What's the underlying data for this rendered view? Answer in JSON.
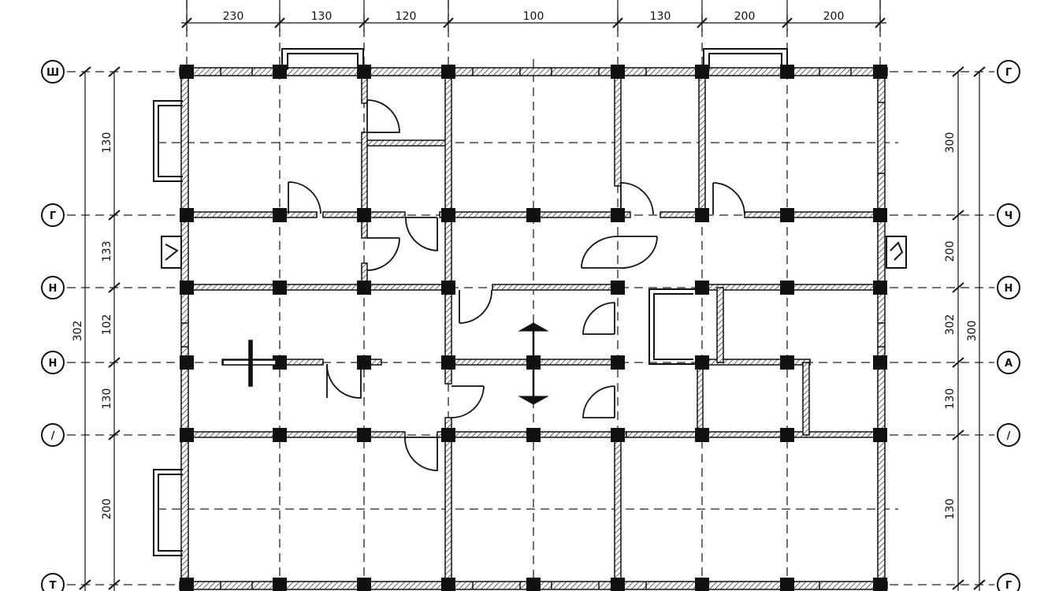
{
  "top_dimensions": [
    "230",
    "130",
    "120",
    "100",
    "130",
    "200",
    "200"
  ],
  "left_bubbles": [
    "Ш",
    "Г",
    "Н",
    "Н",
    "/",
    "Т"
  ],
  "right_bubbles": [
    "Г",
    "Ч",
    "Н",
    "А",
    "/",
    "Г"
  ],
  "left_inner_dimensions": [
    "130",
    "133",
    "102",
    "130",
    "200"
  ],
  "left_outer_dimension": "302",
  "right_inner_dimensions": [
    "300",
    "200",
    "302",
    "130",
    "130"
  ],
  "right_outer_dimension": "300"
}
